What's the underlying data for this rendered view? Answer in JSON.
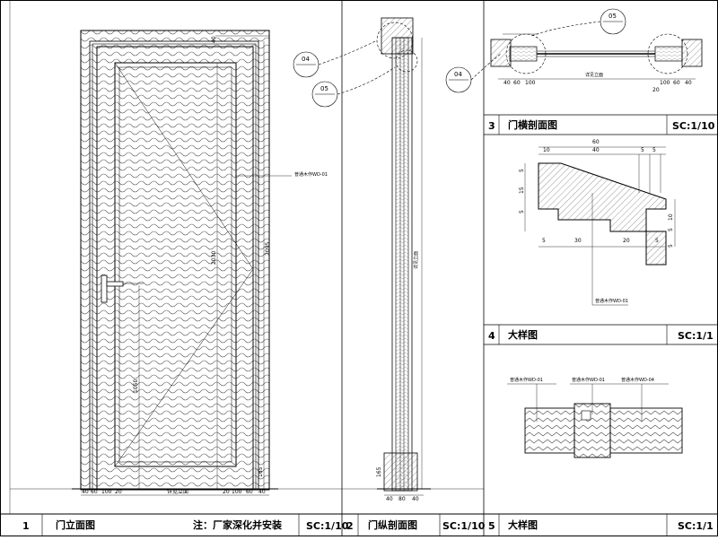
{
  "title_blocks": [
    {
      "num": "1",
      "title": "门立面图",
      "note": "注：厂家深化并安装",
      "scale": "SC:1/10"
    },
    {
      "num": "2",
      "title": "门纵剖面图",
      "scale": "SC:1/10"
    },
    {
      "num": "3",
      "title": "门横剖面图",
      "scale": "SC:1/10"
    },
    {
      "num": "4",
      "title": "大样图",
      "scale": "SC:1/1"
    },
    {
      "num": "5",
      "title": "大样图",
      "scale": "SC:1/1"
    }
  ],
  "callouts": {
    "c04_top": "04",
    "c05_left": "05",
    "c04_right": "04",
    "c05_top": "05"
  },
  "elevation": {
    "material_label": "普通木作WD-01",
    "dims_bottom": [
      "40",
      "60",
      "100",
      "20",
      "详见立面",
      "20",
      "100",
      "60",
      "40"
    ],
    "dim_height_total": "2095",
    "dim_height_leaf": "2030",
    "dim_handle_height": "1050",
    "dim_bottom_gap": "165",
    "dim_top": "40"
  },
  "vertical_section": {
    "label": "详见立面",
    "dims_bottom": [
      "40",
      "80",
      "40"
    ],
    "dim_side": "165"
  },
  "horizontal_section": {
    "dims_left": [
      "40",
      "60",
      "100"
    ],
    "dims_right": [
      "100",
      "60",
      "40"
    ],
    "dim_center": "详见立面",
    "dim_small": "20"
  },
  "detail4": {
    "dims_top": [
      "60",
      "10",
      "40",
      "5",
      "5"
    ],
    "dims_left": [
      "5",
      "15",
      "5"
    ],
    "dims_right": [
      "10",
      "5",
      "5"
    ],
    "dims_bottom": [
      "5",
      "30",
      "20",
      "5"
    ],
    "material_label": "普通木作WD-01"
  },
  "detail5": {
    "labels": [
      "普通木作WD-01",
      "普通木作WD-01",
      "普通木作WD-04"
    ]
  }
}
